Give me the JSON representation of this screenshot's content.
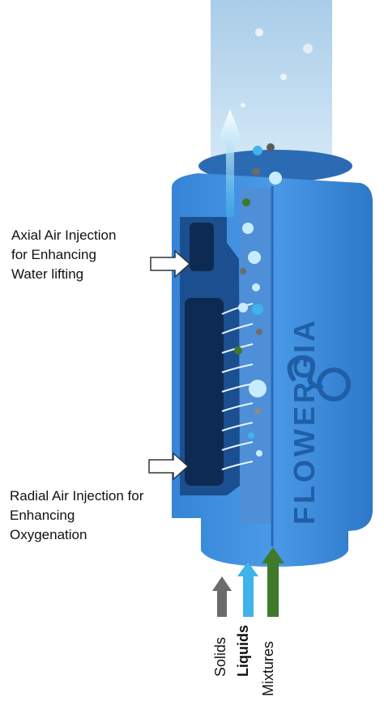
{
  "callouts": {
    "axial": [
      "Axial Air Injection",
      "for Enhancing",
      "Water lifting"
    ],
    "radial": [
      "Radial Air Injection for",
      "Enhancing",
      "Oxygenation"
    ]
  },
  "inputs": {
    "solids": "Solids",
    "liquids": "Liquids",
    "mixtures": "Mixtures"
  },
  "brand": "FLOWERGIA",
  "colors": {
    "body_blue": "#3d8ee0",
    "body_dark": "#1f5fa8",
    "water": "#b9d9ef",
    "solids_arrow": "#6b6b6b",
    "liquids_arrow": "#3fb3ea",
    "mixtures_arrow": "#3f7a2a"
  }
}
